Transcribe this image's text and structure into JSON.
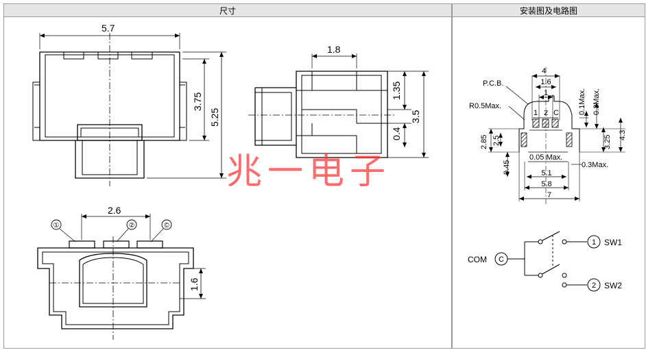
{
  "headers": {
    "left": "尺寸",
    "right": "安装图及电路图"
  },
  "watermark": "兆一电子",
  "front_view": {
    "width": "5.7",
    "height_body": "3.75",
    "height_total": "5.25"
  },
  "side_view": {
    "top_width": "1.8",
    "h1": "1.35",
    "h2": "0.4",
    "total_h": "3.5"
  },
  "bottom_view": {
    "pitch": "2.6",
    "offset": "1.6",
    "pins": [
      "①",
      "②",
      "©"
    ]
  },
  "pcb_layout": {
    "w4": "4",
    "w16": "1.6",
    "w1": "1",
    "pin_labels": [
      "1",
      "2",
      "C"
    ],
    "pcb_label": "P.C.B.",
    "radius_label": "R0.5Max.",
    "max01": "0.1Max.",
    "max03": "0.3Max.",
    "h285": "2.85",
    "h25": "2.5",
    "h325": "3.25",
    "h43": "4.3",
    "d005": "0.05 Max.",
    "d03": "0.3Max.",
    "d045": "0.45",
    "w51": "5.1",
    "w58": "5.8",
    "w7": "7"
  },
  "circuit": {
    "com_label": "COM",
    "com_pin": "C",
    "sw1_pin": "1",
    "sw1_label": "SW1",
    "sw2_pin": "2",
    "sw2_label": "SW2"
  },
  "colors": {
    "line": "#000000",
    "watermark": "#ff3333",
    "header_bg": "#e6e6e6",
    "border": "#9a9a9a"
  }
}
